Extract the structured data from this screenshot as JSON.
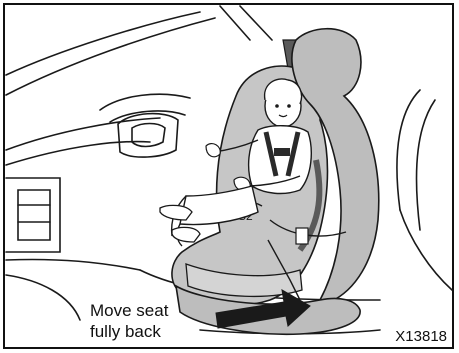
{
  "illustration": {
    "callout_line1": "Move seat",
    "callout_line2": "fully back",
    "figure_id": "X13818",
    "colors": {
      "line": "#1a1a1a",
      "fill_gray": "#bdbdbd",
      "dark_gray": "#5a5a5a",
      "arrow": "#1a1a1a"
    }
  }
}
